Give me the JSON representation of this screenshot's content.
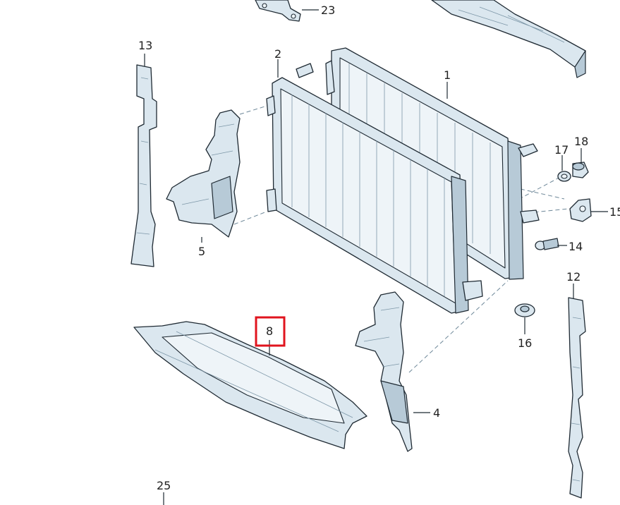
{
  "callouts": [
    {
      "id": "23",
      "text": "23"
    },
    {
      "id": "13",
      "text": "13"
    },
    {
      "id": "2",
      "text": "2"
    },
    {
      "id": "1",
      "text": "1"
    },
    {
      "id": "17",
      "text": "17"
    },
    {
      "id": "18",
      "text": "18"
    },
    {
      "id": "15",
      "text": "15"
    },
    {
      "id": "14",
      "text": "14"
    },
    {
      "id": "5",
      "text": "5"
    },
    {
      "id": "12",
      "text": "12"
    },
    {
      "id": "16",
      "text": "16"
    },
    {
      "id": "8",
      "text": "8"
    },
    {
      "id": "4",
      "text": "4"
    },
    {
      "id": "25",
      "text": "25"
    }
  ],
  "highlighted_callout": "8",
  "colors": {
    "part_fill": "#dbe7ef",
    "outline": "#1f2a33",
    "highlight": "#e0141e"
  }
}
